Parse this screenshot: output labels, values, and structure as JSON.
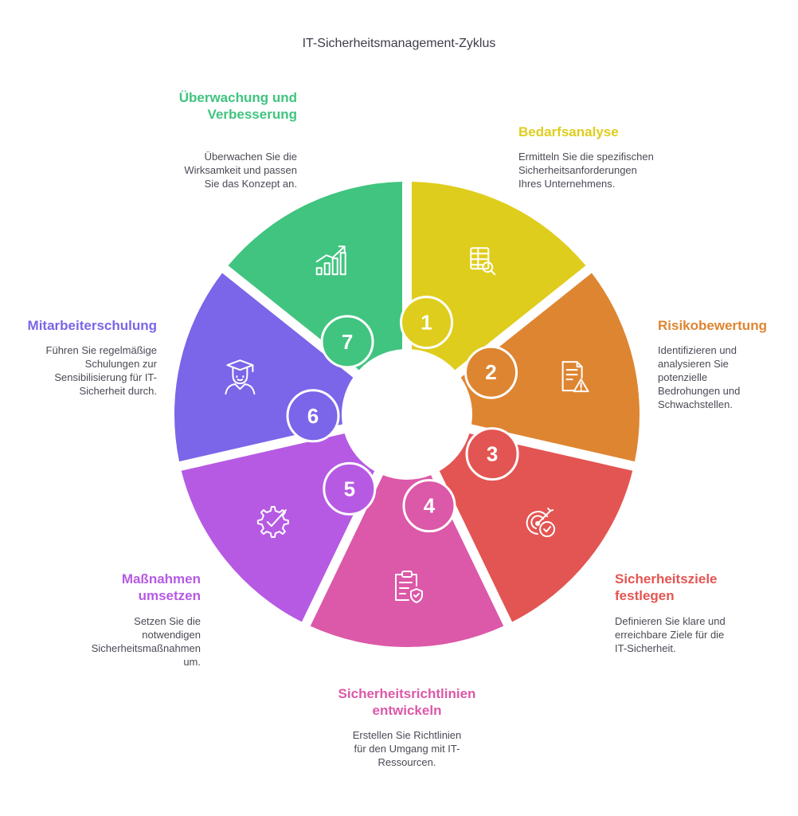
{
  "title": "IT-Sicherheitsmanagement-Zyklus",
  "steps": [
    {
      "number": "1",
      "title": "Bedarfsanalyse",
      "description": "Ermitteln Sie die spezifischen Sicherheitsanforderungen Ihres Unternehmens.",
      "color": "#dfcd1d",
      "icon": "table-search-icon"
    },
    {
      "number": "2",
      "title": "Risikobewertung",
      "description": "Identifizieren und analysieren Sie potenzielle Bedrohungen und Schwachstellen.",
      "color": "#de8532",
      "icon": "document-warning-icon"
    },
    {
      "number": "3",
      "title": "Sicherheitsziele festlegen",
      "description": "Definieren Sie klare und erreichbare Ziele für die IT-Sicherheit.",
      "color": "#e35552",
      "icon": "target-check-icon"
    },
    {
      "number": "4",
      "title": "Sicherheitsrichtlinien entwickeln",
      "description": "Erstellen Sie Richtlinien für den Umgang mit IT-Ressourcen.",
      "color": "#dc58a8",
      "icon": "clipboard-shield-icon"
    },
    {
      "number": "5",
      "title": "Maßnahmen umsetzen",
      "description": "Setzen Sie die notwendigen Sicherheitsmaßnahmen um.",
      "color": "#b65ae3",
      "icon": "gear-check-icon"
    },
    {
      "number": "6",
      "title": "Mitarbeiterschulung",
      "description": "Führen Sie regelmäßige Schulungen zur Sensibilisierung für IT-Sicherheit durch.",
      "color": "#7b65e8",
      "icon": "graduate-icon"
    },
    {
      "number": "7",
      "title": "Überwachung und Verbesserung",
      "description": "Überwachen Sie die Wirksamkeit und passen Sie das Konzept an.",
      "color": "#40c47f",
      "icon": "growth-chart-icon"
    }
  ]
}
